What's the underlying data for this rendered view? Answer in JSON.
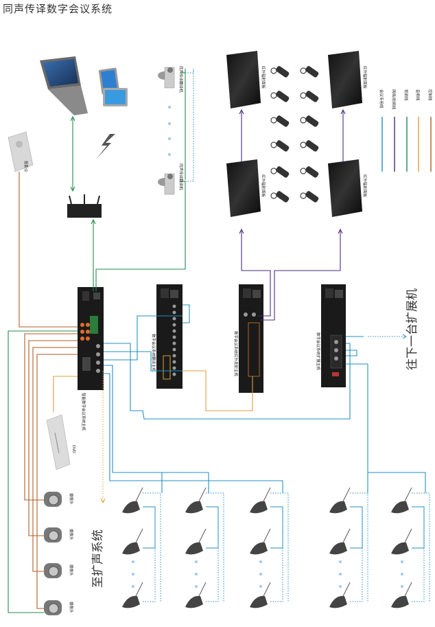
{
  "title": "同声传译数字会议系统",
  "labels": {
    "projector": "投影仪",
    "interp_unit": "同声传译翻译机",
    "ir_radiator": "红外辐射面板",
    "main_controller": "智能数字会议系统主机",
    "interp_host": "数字会议系统翻译主机",
    "ir_host": "数字会议系统红外发射主机",
    "ext_host": "数字会议系统扩展主机",
    "dvd": "DVD",
    "camera": "摄像头",
    "next_ext": "往下一台扩展机",
    "to_pa": "至扩声系统"
  },
  "legend": [
    {
      "label": "会议专用线",
      "color": "#1f8fc0"
    },
    {
      "label": "网络/射频线",
      "color": "#4b2a7c"
    },
    {
      "label": "视频线",
      "color": "#1f8a4c"
    },
    {
      "label": "音频线",
      "color": "#d9a03a"
    },
    {
      "label": "控制线",
      "color": "#b35a1f"
    }
  ],
  "colors": {
    "conference": "#1f8fc0",
    "network": "#4b2a7c",
    "video": "#1f8a4c",
    "audio": "#d9a03a",
    "control": "#b35a1f",
    "device": "#1c1c1c"
  }
}
